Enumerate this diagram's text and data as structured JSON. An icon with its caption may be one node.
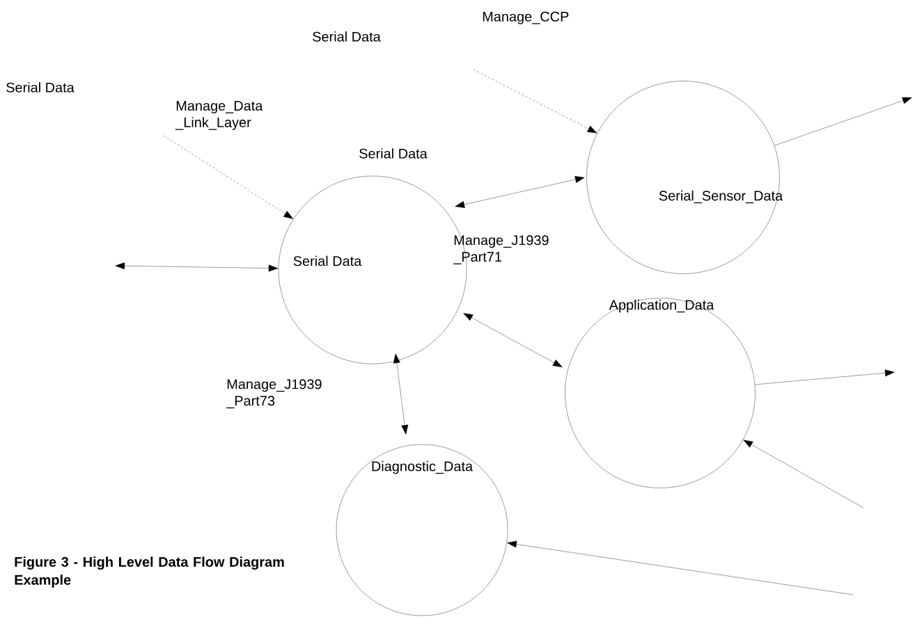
{
  "diagram": {
    "caption": "Figure 3 - High Level Data Flow Diagram Example",
    "nodes": [
      {
        "text": [
          "Serial Data"
        ]
      },
      {
        "text": [
          "Serial_Sensor_Data"
        ]
      },
      {
        "text": [
          "Application_Data"
        ]
      },
      {
        "text": [
          "Diagnostic_Data"
        ]
      }
    ],
    "edges": [
      {
        "from": null,
        "to": 1,
        "arrow": "to",
        "style": "dashed"
      },
      {
        "from": null,
        "to": 0,
        "arrow": "to",
        "style": "dashed"
      },
      {
        "from": 0,
        "to": 1,
        "arrow": "both"
      },
      {
        "from": 1,
        "to": null,
        "arrow": "to"
      },
      {
        "from": null,
        "to": 0,
        "arrow": "both"
      },
      {
        "from": 0,
        "to": 2,
        "arrow": "both"
      },
      {
        "from": 0,
        "to": 3,
        "arrow": "both"
      },
      {
        "from": 2,
        "to": null,
        "arrow": "to"
      },
      {
        "from": null,
        "to": 2,
        "arrow": "to"
      },
      {
        "from": null,
        "to": 3,
        "arrow": "to"
      }
    ],
    "labels": [
      "Manage_CCP",
      "Serial Data",
      "Serial Data",
      "Manage_Data _Link_Layer",
      "Serial Data",
      "Manage_J1939 _Part71",
      "Manage_J1939 _Part73"
    ]
  }
}
